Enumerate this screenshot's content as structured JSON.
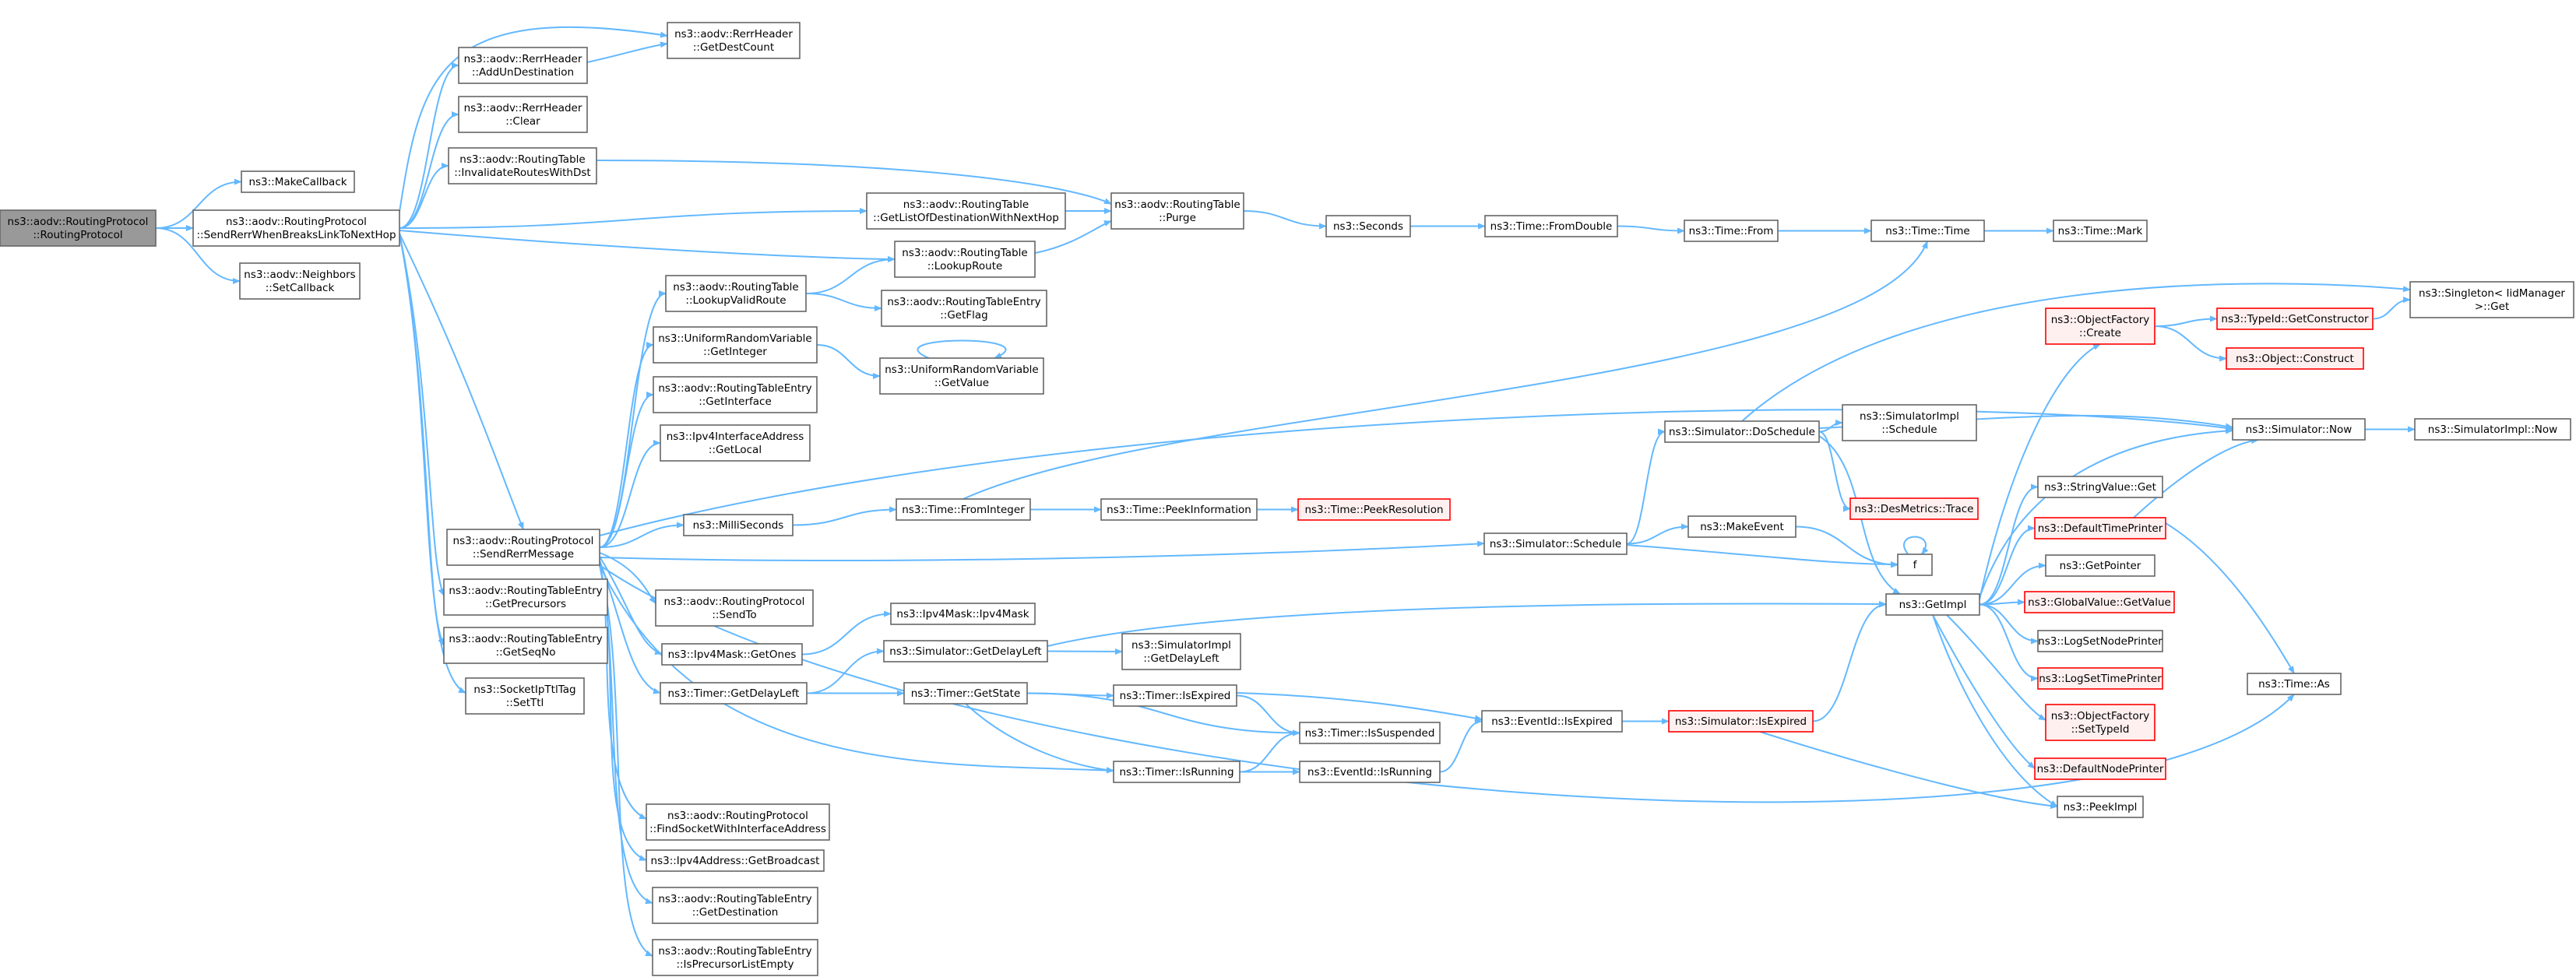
{
  "colors": {
    "edge": "#63b8ff",
    "node_fill": "#ffffff",
    "node_border": "#666666",
    "root_fill": "#999999",
    "root_border": "#666666",
    "truncated_fill": "#fff0f0",
    "truncated_border": "#ff0000"
  },
  "nodes": [
    {
      "id": "root",
      "lines": [
        "ns3::aodv::RoutingProtocol",
        "::RoutingProtocol"
      ],
      "style": "root"
    },
    {
      "id": "makeCallback",
      "lines": [
        "ns3::MakeCallback"
      ]
    },
    {
      "id": "sendRerrWhenBreaks",
      "lines": [
        "ns3::aodv::RoutingProtocol",
        "::SendRerrWhenBreaksLinkToNextHop"
      ]
    },
    {
      "id": "neighborsSetCallback",
      "lines": [
        "ns3::aodv::Neighbors",
        "::SetCallback"
      ]
    },
    {
      "id": "rerrAddUnDest",
      "lines": [
        "ns3::aodv::RerrHeader",
        "::AddUnDestination"
      ]
    },
    {
      "id": "rerrGetDestCount",
      "lines": [
        "ns3::aodv::RerrHeader",
        "::GetDestCount"
      ]
    },
    {
      "id": "rerrClear",
      "lines": [
        "ns3::aodv::RerrHeader",
        "::Clear"
      ]
    },
    {
      "id": "rtInvalidate",
      "lines": [
        "ns3::aodv::RoutingTable",
        "::InvalidateRoutesWithDst"
      ]
    },
    {
      "id": "rtGetList",
      "lines": [
        "ns3::aodv::RoutingTable",
        "::GetListOfDestinationWithNextHop"
      ]
    },
    {
      "id": "rtPurge",
      "lines": [
        "ns3::aodv::RoutingTable",
        "::Purge"
      ]
    },
    {
      "id": "rtLookupRoute",
      "lines": [
        "ns3::aodv::RoutingTable",
        "::LookupRoute"
      ]
    },
    {
      "id": "rtLookupValid",
      "lines": [
        "ns3::aodv::RoutingTable",
        "::LookupValidRoute"
      ]
    },
    {
      "id": "rteGetFlag",
      "lines": [
        "ns3::aodv::RoutingTableEntry",
        "::GetFlag"
      ]
    },
    {
      "id": "urvGetInteger",
      "lines": [
        "ns3::UniformRandomVariable",
        "::GetInteger"
      ]
    },
    {
      "id": "urvGetValue",
      "lines": [
        "ns3::UniformRandomVariable",
        "::GetValue"
      ]
    },
    {
      "id": "rteGetInterface",
      "lines": [
        "ns3::aodv::RoutingTableEntry",
        "::GetInterface"
      ]
    },
    {
      "id": "ipv4ifGetLocal",
      "lines": [
        "ns3::Ipv4InterfaceAddress",
        "::GetLocal"
      ]
    },
    {
      "id": "sendRerrMessage",
      "lines": [
        "ns3::aodv::RoutingProtocol",
        "::SendRerrMessage"
      ]
    },
    {
      "id": "milliSeconds",
      "lines": [
        "ns3::MilliSeconds"
      ]
    },
    {
      "id": "timeFromInteger",
      "lines": [
        "ns3::Time::FromInteger"
      ]
    },
    {
      "id": "timePeekInfo",
      "lines": [
        "ns3::Time::PeekInformation"
      ]
    },
    {
      "id": "timePeekRes",
      "lines": [
        "ns3::Time::PeekResolution"
      ],
      "style": "truncated"
    },
    {
      "id": "seconds",
      "lines": [
        "ns3::Seconds"
      ]
    },
    {
      "id": "timeFromDouble",
      "lines": [
        "ns3::Time::FromDouble"
      ]
    },
    {
      "id": "timeFrom",
      "lines": [
        "ns3::Time::From"
      ]
    },
    {
      "id": "timeTime",
      "lines": [
        "ns3::Time::Time"
      ]
    },
    {
      "id": "timeMark",
      "lines": [
        "ns3::Time::Mark"
      ]
    },
    {
      "id": "rteGetPrecursors",
      "lines": [
        "ns3::aodv::RoutingTableEntry",
        "::GetPrecursors"
      ]
    },
    {
      "id": "rteGetSeqNo",
      "lines": [
        "ns3::aodv::RoutingTableEntry",
        "::GetSeqNo"
      ]
    },
    {
      "id": "socketSetTtl",
      "lines": [
        "ns3::SocketIpTtlTag",
        "::SetTtl"
      ]
    },
    {
      "id": "rpSendTo",
      "lines": [
        "ns3::aodv::RoutingProtocol",
        "::SendTo"
      ]
    },
    {
      "id": "ipv4MaskGetOnes",
      "lines": [
        "ns3::Ipv4Mask::GetOnes"
      ]
    },
    {
      "id": "ipv4MaskCtor",
      "lines": [
        "ns3::Ipv4Mask::Ipv4Mask"
      ]
    },
    {
      "id": "simGetDelayLeft",
      "lines": [
        "ns3::Simulator::GetDelayLeft"
      ]
    },
    {
      "id": "simImplGetDelayLeft",
      "lines": [
        "ns3::SimulatorImpl",
        "::GetDelayLeft"
      ]
    },
    {
      "id": "timerGetDelayLeft",
      "lines": [
        "ns3::Timer::GetDelayLeft"
      ]
    },
    {
      "id": "timerGetState",
      "lines": [
        "ns3::Timer::GetState"
      ]
    },
    {
      "id": "timerIsExpired",
      "lines": [
        "ns3::Timer::IsExpired"
      ]
    },
    {
      "id": "timerIsSuspended",
      "lines": [
        "ns3::Timer::IsSuspended"
      ]
    },
    {
      "id": "timerIsRunning",
      "lines": [
        "ns3::Timer::IsRunning"
      ]
    },
    {
      "id": "eventIdIsRunning",
      "lines": [
        "ns3::EventId::IsRunning"
      ]
    },
    {
      "id": "eventIdIsExpired",
      "lines": [
        "ns3::EventId::IsExpired"
      ]
    },
    {
      "id": "simIsExpired",
      "lines": [
        "ns3::Simulator::IsExpired"
      ],
      "style": "truncated"
    },
    {
      "id": "rpFindSocket",
      "lines": [
        "ns3::aodv::RoutingProtocol",
        "::FindSocketWithInterfaceAddress"
      ]
    },
    {
      "id": "ipv4AddrGetBroadcast",
      "lines": [
        "ns3::Ipv4Address::GetBroadcast"
      ]
    },
    {
      "id": "rteGetDestination",
      "lines": [
        "ns3::aodv::RoutingTableEntry",
        "::GetDestination"
      ]
    },
    {
      "id": "rteIsPrecursorEmpty",
      "lines": [
        "ns3::aodv::RoutingTableEntry",
        "::IsPrecursorListEmpty"
      ]
    },
    {
      "id": "simSchedule",
      "lines": [
        "ns3::Simulator::Schedule"
      ]
    },
    {
      "id": "simDoSchedule",
      "lines": [
        "ns3::Simulator::DoSchedule"
      ]
    },
    {
      "id": "simImplSchedule",
      "lines": [
        "ns3::SimulatorImpl",
        "::Schedule"
      ]
    },
    {
      "id": "desMetricsTrace",
      "lines": [
        "ns3::DesMetrics::Trace"
      ],
      "style": "truncated"
    },
    {
      "id": "makeEvent",
      "lines": [
        "ns3::MakeEvent"
      ]
    },
    {
      "id": "f",
      "lines": [
        "f"
      ]
    },
    {
      "id": "getImpl",
      "lines": [
        "ns3::GetImpl"
      ]
    },
    {
      "id": "objFactoryCreate",
      "lines": [
        "ns3::ObjectFactory",
        "::Create"
      ],
      "style": "truncated"
    },
    {
      "id": "typeIdGetCtor",
      "lines": [
        "ns3::TypeId::GetConstructor"
      ],
      "style": "truncated"
    },
    {
      "id": "objectConstruct",
      "lines": [
        "ns3::Object::Construct"
      ],
      "style": "truncated"
    },
    {
      "id": "singletonGet",
      "lines": [
        "ns3::Singleton< IidManager",
        ">::Get"
      ]
    },
    {
      "id": "simulatorNow",
      "lines": [
        "ns3::Simulator::Now"
      ]
    },
    {
      "id": "simImplNow",
      "lines": [
        "ns3::SimulatorImpl::Now"
      ]
    },
    {
      "id": "stringValueGet",
      "lines": [
        "ns3::StringValue::Get"
      ]
    },
    {
      "id": "defaultTimePrinter",
      "lines": [
        "ns3::DefaultTimePrinter"
      ],
      "style": "truncated"
    },
    {
      "id": "getPointer",
      "lines": [
        "ns3::GetPointer"
      ]
    },
    {
      "id": "globalValueGetValue",
      "lines": [
        "ns3::GlobalValue::GetValue"
      ],
      "style": "truncated"
    },
    {
      "id": "logSetNodePrinter",
      "lines": [
        "ns3::LogSetNodePrinter"
      ]
    },
    {
      "id": "logSetTimePrinter",
      "lines": [
        "ns3::LogSetTimePrinter"
      ],
      "style": "truncated"
    },
    {
      "id": "objFactorySetTypeId",
      "lines": [
        "ns3::ObjectFactory",
        "::SetTypeId"
      ],
      "style": "truncated"
    },
    {
      "id": "defaultNodePrinter",
      "lines": [
        "ns3::DefaultNodePrinter"
      ],
      "style": "truncated"
    },
    {
      "id": "peekImpl",
      "lines": [
        "ns3::PeekImpl"
      ]
    },
    {
      "id": "timeAs",
      "lines": [
        "ns3::Time::As"
      ]
    }
  ],
  "edges": [
    [
      "root",
      "makeCallback"
    ],
    [
      "root",
      "sendRerrWhenBreaks"
    ],
    [
      "root",
      "neighborsSetCallback"
    ],
    [
      "sendRerrWhenBreaks",
      "rerrAddUnDest"
    ],
    [
      "sendRerrWhenBreaks",
      "rerrGetDestCount"
    ],
    [
      "sendRerrWhenBreaks",
      "rerrClear"
    ],
    [
      "sendRerrWhenBreaks",
      "rtInvalidate"
    ],
    [
      "sendRerrWhenBreaks",
      "rtGetList"
    ],
    [
      "sendRerrWhenBreaks",
      "rtLookupRoute"
    ],
    [
      "sendRerrWhenBreaks",
      "sendRerrMessage"
    ],
    [
      "sendRerrWhenBreaks",
      "rteGetPrecursors"
    ],
    [
      "sendRerrWhenBreaks",
      "rteGetSeqNo"
    ],
    [
      "sendRerrWhenBreaks",
      "socketSetTtl"
    ],
    [
      "rerrAddUnDest",
      "rerrGetDestCount"
    ],
    [
      "rtInvalidate",
      "rtPurge"
    ],
    [
      "rtGetList",
      "rtPurge"
    ],
    [
      "rtLookupRoute",
      "rtPurge"
    ],
    [
      "rtPurge",
      "seconds"
    ],
    [
      "seconds",
      "timeFromDouble"
    ],
    [
      "timeFromDouble",
      "timeFrom"
    ],
    [
      "timeFrom",
      "timeTime"
    ],
    [
      "timeTime",
      "timeMark"
    ],
    [
      "rtLookupValid",
      "rtLookupRoute"
    ],
    [
      "rtLookupValid",
      "rteGetFlag"
    ],
    [
      "urvGetInteger",
      "urvGetValue"
    ],
    [
      "urvGetValue",
      "urvGetValue"
    ],
    [
      "sendRerrMessage",
      "rtLookupValid"
    ],
    [
      "sendRerrMessage",
      "urvGetInteger"
    ],
    [
      "sendRerrMessage",
      "rteGetInterface"
    ],
    [
      "sendRerrMessage",
      "ipv4ifGetLocal"
    ],
    [
      "sendRerrMessage",
      "simulatorNow"
    ],
    [
      "sendRerrMessage",
      "milliSeconds"
    ],
    [
      "sendRerrMessage",
      "simSchedule"
    ],
    [
      "sendRerrMessage",
      "rpSendTo"
    ],
    [
      "sendRerrMessage",
      "ipv4MaskGetOnes"
    ],
    [
      "sendRerrMessage",
      "timerGetDelayLeft"
    ],
    [
      "sendRerrMessage",
      "timerIsRunning"
    ],
    [
      "sendRerrMessage",
      "timeAs"
    ],
    [
      "sendRerrMessage",
      "rpFindSocket"
    ],
    [
      "sendRerrMessage",
      "ipv4AddrGetBroadcast"
    ],
    [
      "sendRerrMessage",
      "rteGetDestination"
    ],
    [
      "sendRerrMessage",
      "rteIsPrecursorEmpty"
    ],
    [
      "milliSeconds",
      "timeFromInteger"
    ],
    [
      "timeFromInteger",
      "timePeekInfo"
    ],
    [
      "timeFromInteger",
      "timeTime"
    ],
    [
      "timePeekInfo",
      "timePeekRes"
    ],
    [
      "ipv4MaskGetOnes",
      "ipv4MaskCtor"
    ],
    [
      "timerGetDelayLeft",
      "simGetDelayLeft"
    ],
    [
      "timerGetDelayLeft",
      "timerGetState"
    ],
    [
      "simGetDelayLeft",
      "simImplGetDelayLeft"
    ],
    [
      "simGetDelayLeft",
      "getImpl"
    ],
    [
      "timerGetState",
      "timerIsExpired"
    ],
    [
      "timerGetState",
      "timerIsSuspended"
    ],
    [
      "timerGetState",
      "timerIsRunning"
    ],
    [
      "timerIsExpired",
      "timerIsSuspended"
    ],
    [
      "timerIsExpired",
      "eventIdIsExpired"
    ],
    [
      "timerIsRunning",
      "timerIsSuspended"
    ],
    [
      "timerIsRunning",
      "eventIdIsRunning"
    ],
    [
      "eventIdIsRunning",
      "eventIdIsExpired"
    ],
    [
      "eventIdIsExpired",
      "simIsExpired"
    ],
    [
      "simIsExpired",
      "getImpl"
    ],
    [
      "simIsExpired",
      "peekImpl"
    ],
    [
      "simSchedule",
      "simDoSchedule"
    ],
    [
      "simSchedule",
      "makeEvent"
    ],
    [
      "simSchedule",
      "f"
    ],
    [
      "simDoSchedule",
      "simImplSchedule"
    ],
    [
      "simDoSchedule",
      "singletonGet"
    ],
    [
      "simDoSchedule",
      "simulatorNow"
    ],
    [
      "simDoSchedule",
      "desMetricsTrace"
    ],
    [
      "simDoSchedule",
      "getImpl"
    ],
    [
      "makeEvent",
      "f"
    ],
    [
      "f",
      "f"
    ],
    [
      "getImpl",
      "objFactoryCreate"
    ],
    [
      "getImpl",
      "simulatorNow"
    ],
    [
      "getImpl",
      "stringValueGet"
    ],
    [
      "getImpl",
      "defaultTimePrinter"
    ],
    [
      "getImpl",
      "getPointer"
    ],
    [
      "getImpl",
      "globalValueGetValue"
    ],
    [
      "getImpl",
      "logSetNodePrinter"
    ],
    [
      "getImpl",
      "logSetTimePrinter"
    ],
    [
      "getImpl",
      "objFactorySetTypeId"
    ],
    [
      "getImpl",
      "defaultNodePrinter"
    ],
    [
      "getImpl",
      "peekImpl"
    ],
    [
      "objFactoryCreate",
      "typeIdGetCtor"
    ],
    [
      "objFactoryCreate",
      "objectConstruct"
    ],
    [
      "typeIdGetCtor",
      "singletonGet"
    ],
    [
      "simulatorNow",
      "simImplNow"
    ],
    [
      "defaultTimePrinter",
      "simulatorNow"
    ],
    [
      "defaultTimePrinter",
      "timeAs"
    ]
  ]
}
